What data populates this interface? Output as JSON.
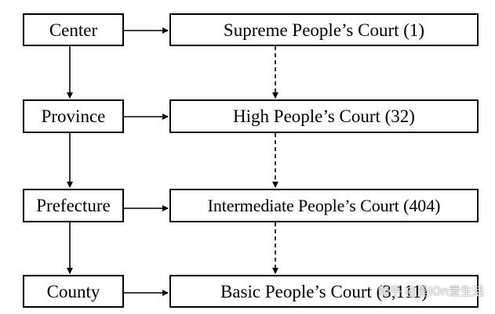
{
  "levels": {
    "center": "Center",
    "province": "Province",
    "prefecture": "Prefecture",
    "county": "County"
  },
  "courts": {
    "supreme": "Supreme People’s Court (1)",
    "high": "High People’s Court (32)",
    "intermediate": "Intermediate People’s Court (404)",
    "basic": "Basic People’s Court (3,111)"
  },
  "watermark": "知乎 @是iOn爱生活"
}
